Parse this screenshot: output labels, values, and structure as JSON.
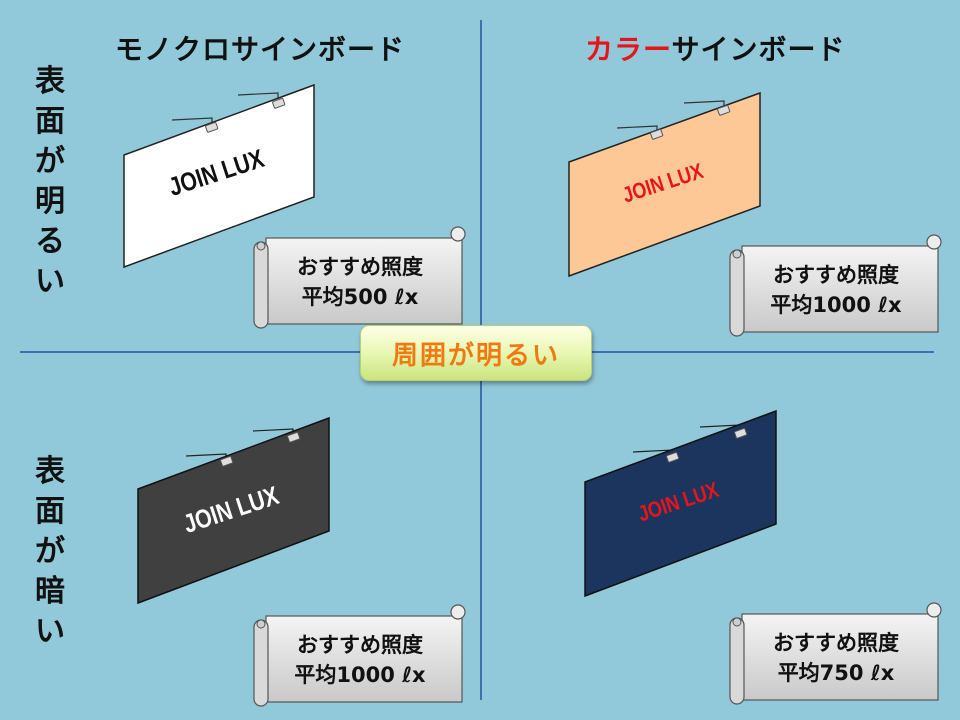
{
  "columns": {
    "mono": {
      "title": "モノクロサインボード"
    },
    "color": {
      "title_red": "カラー",
      "title_rest": "サインボード"
    }
  },
  "rows": {
    "bright": "表面が明るい",
    "dark": "表面が暗い"
  },
  "center_label": "周囲が明るい",
  "quadrants": [
    {
      "id": "mono-bright",
      "board_text": "JOIN LUX",
      "board_color": "#ffffff",
      "text_color": "#111111",
      "rec_label": "おすすめ照度",
      "rec_value": "平均500 ℓx"
    },
    {
      "id": "color-bright",
      "board_text": "JOIN LUX",
      "board_color": "#fec896",
      "text_color": "#e8141b",
      "rec_label": "おすすめ照度",
      "rec_value": "平均1000 ℓx"
    },
    {
      "id": "mono-dark",
      "board_text": "JOIN LUX",
      "board_color": "#404040",
      "text_color": "#ffffff",
      "rec_label": "おすすめ照度",
      "rec_value": "平均1000 ℓx"
    },
    {
      "id": "color-dark",
      "board_text": "JOIN LUX",
      "board_color": "#1c355e",
      "text_color": "#e8141b",
      "rec_label": "おすすめ照度",
      "rec_value": "平均750 ℓx"
    }
  ],
  "colors": {
    "background": "#92c9da",
    "axis": "#3e6fb0",
    "accent_red": "#e8141b",
    "center_text": "#f07a12"
  }
}
